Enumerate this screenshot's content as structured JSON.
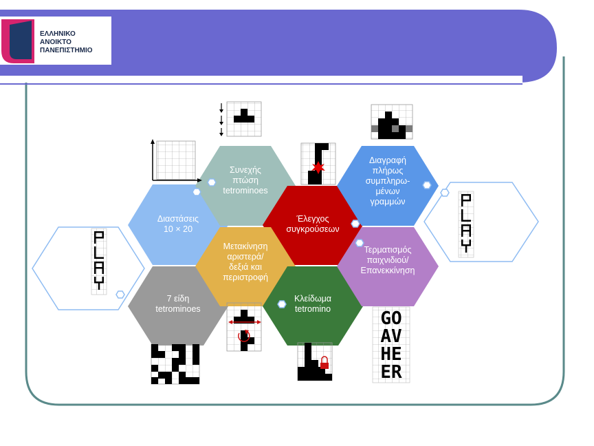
{
  "logo": {
    "lines": [
      "ΕΛΛΗΝΙΚΟ",
      "ΑΝΟΙΚΤΟ",
      "ΠΑΝΕΠΙΣΤΗΜΙΟ"
    ]
  },
  "hexagons": [
    {
      "id": "diastaseis",
      "lines": [
        "Διαστάσεις",
        "10 × 20"
      ],
      "color": "#8fbcf2"
    },
    {
      "id": "ptosi",
      "lines": [
        "Συνεχής",
        "πτώση",
        "tetrominoes"
      ],
      "color": "#9fbfba"
    },
    {
      "id": "elegxos",
      "lines": [
        "Έλεγχος",
        "συγκρούσεων"
      ],
      "color": "#c00000"
    },
    {
      "id": "diagrafi",
      "lines": [
        "Διαγραφή",
        "πλήρως",
        "συμπληρω-",
        "μένων",
        "γραμμών"
      ],
      "color": "#5a97e8"
    },
    {
      "id": "eidi",
      "lines": [
        "7 είδη",
        "tetrominoes"
      ],
      "color": "#9a9a9a"
    },
    {
      "id": "metakinisi",
      "lines": [
        "Μετακίνηση",
        "αριστερά/",
        "δεξιά και",
        "περιστροφή"
      ],
      "color": "#e2b14a"
    },
    {
      "id": "kleidoma",
      "lines": [
        "Κλείδωμα",
        "tetromino"
      ],
      "color": "#3a7a3a"
    },
    {
      "id": "termatismos",
      "lines": [
        "Τερματισμός",
        "παιχνιδιού/",
        "Επανεκκίνηση"
      ],
      "color": "#b37fc8"
    }
  ],
  "side_words": {
    "play": "PLAY",
    "game_over": [
      "GO",
      "AV",
      "HE",
      "ER"
    ]
  },
  "colors": {
    "header": "#6a68d0",
    "frame": "#5a8a8a",
    "outline_hex": "#8fbcf2",
    "connector": "#8fbcf2"
  }
}
